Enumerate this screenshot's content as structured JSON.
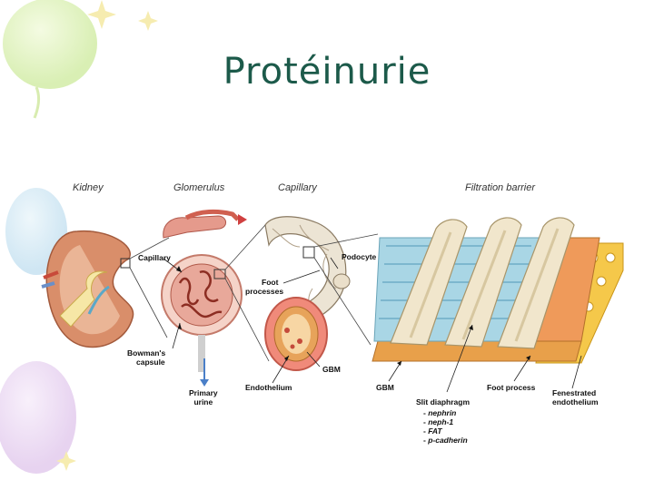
{
  "slide": {
    "title": "Protéinurie"
  },
  "panel_headers": {
    "kidney": "Kidney",
    "glomerulus": "Glomerulus",
    "capillary": "Capillary",
    "filtration_barrier": "Filtration barrier"
  },
  "labels": {
    "capillary": "Capillary",
    "podocyte": "Podocyte",
    "foot_processes_1": "Foot",
    "foot_processes_2": "processes",
    "bowmans_1": "Bowman's",
    "bowmans_2": "capsule",
    "primary_urine_1": "Primary",
    "primary_urine_2": "urine",
    "endothelium": "Endothelium",
    "gbm_capillary": "GBM",
    "gbm_barrier": "GBM",
    "foot_process": "Foot process",
    "fenestrated_1": "Fenestrated",
    "fenestrated_2": "endothelium",
    "slit_diaphragm": "Slit diaphragm"
  },
  "slit_diaphragm_components": [
    "nephrin",
    "neph-1",
    "FAT",
    "p-cadherin"
  ],
  "colors": {
    "title": "#1c5a4a",
    "gbm_orange": "#e8a04a",
    "podocyte_beige": "#f0e4c8",
    "slit_blue": "#9fd0e0",
    "endothelium_yellow": "#f5c84a"
  }
}
